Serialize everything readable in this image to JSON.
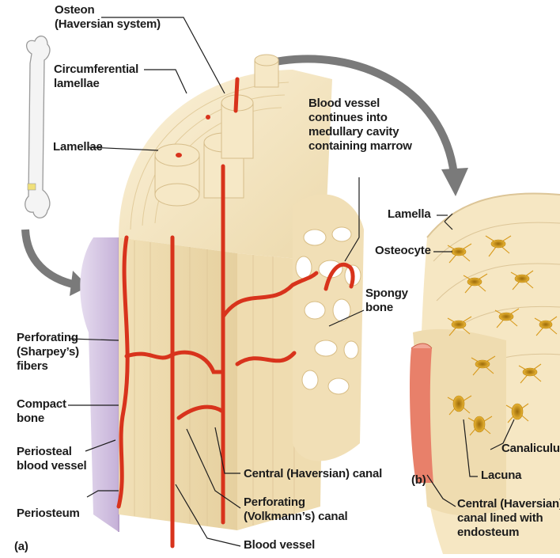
{
  "labels": {
    "osteon": [
      "Osteon",
      "(Haversian system)"
    ],
    "circumferential_lamellae": [
      "Circumferential",
      "lamellae"
    ],
    "lamellae": "Lamellae",
    "blood_vessel_continues": [
      "Blood vessel",
      "continues into",
      "medullary cavity",
      "containing marrow"
    ],
    "lamella": "Lamella",
    "osteocyte": "Osteocyte",
    "spongy_bone": [
      "Spongy",
      "bone"
    ],
    "perforating_fibers": [
      "Perforating",
      "(Sharpey’s)",
      "fibers"
    ],
    "compact_bone": [
      "Compact",
      "bone"
    ],
    "periosteal_vessel": [
      "Periosteal",
      "blood vessel"
    ],
    "periosteum": "Periosteum",
    "central_canal_a": "Central (Haversian) canal",
    "perforating_canal": [
      "Perforating",
      "(Volkmann’s) canal"
    ],
    "blood_vessel": "Blood vessel",
    "canaliculus": "Canaliculus",
    "lacuna": "Lacuna",
    "central_canal_b": [
      "Central (Haversian)",
      "canal lined with",
      "endosteum"
    ],
    "panel_a": "(a)",
    "panel_b": "(b)"
  },
  "colors": {
    "bone": "#f3e3bf",
    "bone_dark": "#dcc597",
    "vessel": "#d8331c",
    "periosteum": "#cdb9dd",
    "osteocyte": "#e3a11c",
    "arrow": "#7a7a7a"
  }
}
